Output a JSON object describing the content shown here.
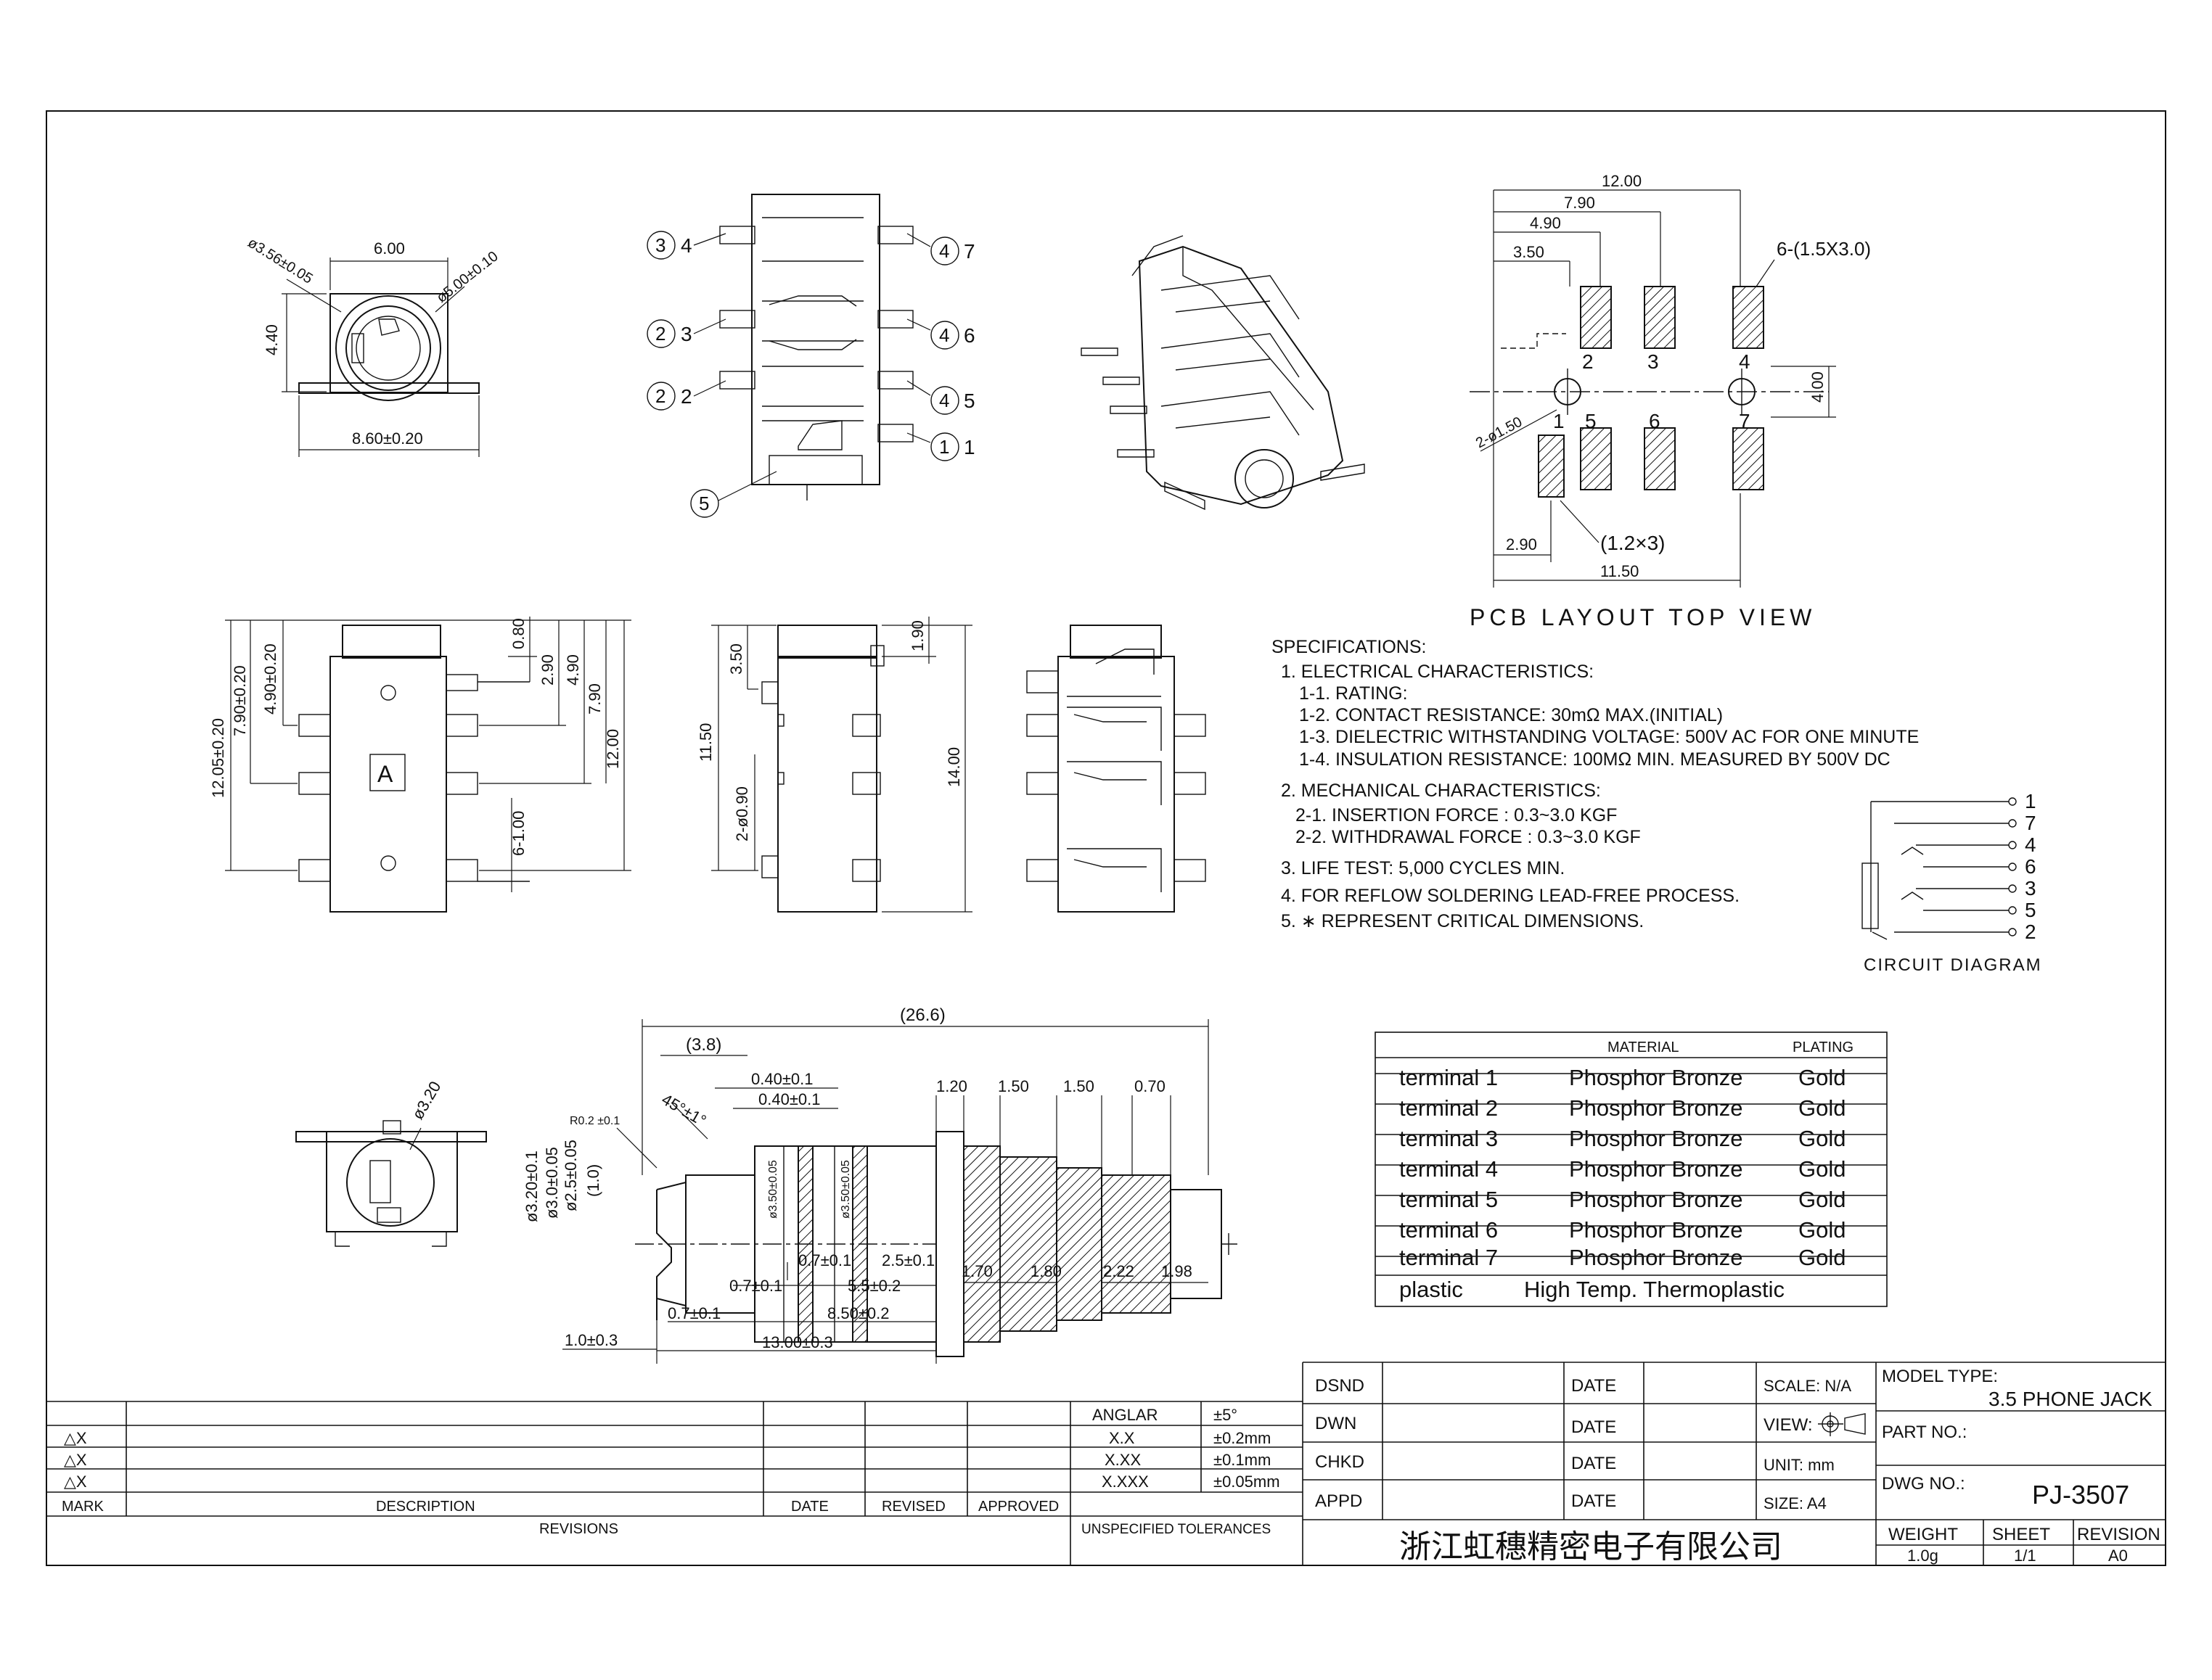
{
  "front_view": {
    "dim_width": "6.00",
    "dim_hole_small": "ø3.56±0.05",
    "dim_hole_big": "ø5.00±0.10",
    "dim_height": "4.40",
    "dim_base": "8.60±0.20"
  },
  "top_view": {
    "pins_left": [
      {
        "num": "3",
        "label": "4"
      },
      {
        "num": "2",
        "label": "3"
      },
      {
        "num": "2",
        "label": "2"
      }
    ],
    "pins_right": [
      {
        "num": "4",
        "label": "7"
      },
      {
        "num": "4",
        "label": "6"
      },
      {
        "num": "4",
        "label": "5"
      },
      {
        "num": "1",
        "label": "1"
      }
    ],
    "pin_bottom": {
      "num": "5"
    }
  },
  "side_view_left": {
    "dims": [
      "12.05±0.20",
      "7.90±0.20",
      "4.90±0.20",
      "0.80",
      "2.90",
      "4.90",
      "7.90",
      "12.00",
      "6-1.00"
    ],
    "marker": "A"
  },
  "side_view_mid": {
    "dims": [
      "3.50",
      "11.50",
      "2-ø0.90",
      "1.90",
      "14.00"
    ]
  },
  "pcb_layout": {
    "dims_top": [
      "12.00",
      "7.90",
      "4.90",
      "3.50"
    ],
    "pad_note": "6-(1.5X3.0)",
    "hole_note": "2-ø1.50",
    "dim_side": "4.00",
    "dims_bottom": [
      "2.90",
      "11.50"
    ],
    "pad_small_note": "(1.2×3)",
    "pad_labels_top": [
      "2",
      "3",
      "4"
    ],
    "pad_labels_bottom": [
      "1",
      "5",
      "6",
      "7"
    ],
    "caption": "PCB LAYOUT TOP VIEW"
  },
  "specifications": {
    "heading": "SPECIFICATIONS:",
    "lines": [
      "1. ELECTRICAL CHARACTERISTICS:",
      "1-1. RATING:",
      "1-2. CONTACT RESISTANCE: 30mΩ MAX.(INITIAL)",
      "1-3. DIELECTRIC WITHSTANDING VOLTAGE: 500V AC FOR ONE MINUTE",
      "1-4. INSULATION RESISTANCE: 100MΩ MIN. MEASURED BY 500V DC",
      "2. MECHANICAL CHARACTERISTICS:",
      "2-1. INSERTION FORCE : 0.3~3.0 KGF",
      "2-2. WITHDRAWAL FORCE : 0.3~3.0 KGF",
      "3. LIFE TEST: 5,000 CYCLES MIN.",
      "4. FOR REFLOW SOLDERING LEAD-FREE PROCESS.",
      "5. ∗ REPRESENT CRITICAL DIMENSIONS."
    ]
  },
  "circuit": {
    "pins": [
      "1",
      "7",
      "4",
      "6",
      "3",
      "5",
      "2"
    ],
    "caption": "CIRCUIT DIAGRAM"
  },
  "plug": {
    "dim_26_6": "(26.6)",
    "dim_3_8": "(3.8)",
    "angle": "45°±1°",
    "radius": "R0.2 ±0.1",
    "dims_top": [
      "0.40±0.1",
      "0.40±0.1",
      "1.20",
      "1.50",
      "1.50",
      "0.70"
    ],
    "dims_dia": [
      "ø3.20±0.1",
      "ø3.0±0.05",
      "ø2.5±0.05",
      "(1.0)",
      "ø3.50±0.05",
      "ø3.50±0.05"
    ],
    "dims_bottom": [
      "0.7±0.1",
      "2.5±0.1",
      "0.7±0.1",
      "5.5±0.2",
      "0.7±0.1",
      "8.50±0.2",
      "1.0±0.3",
      "13.00±0.3",
      "1.70",
      "1.80",
      "2.22",
      "1.98"
    ],
    "end_dia": "ø3.20"
  },
  "materials": {
    "headers": [
      "MATERIAL",
      "PLATING"
    ],
    "rows": [
      {
        "part": "terminal 1",
        "material": "Phosphor Bronze",
        "plating": "Gold"
      },
      {
        "part": "terminal 2",
        "material": "Phosphor Bronze",
        "plating": "Gold"
      },
      {
        "part": "terminal 3",
        "material": "Phosphor Bronze",
        "plating": "Gold"
      },
      {
        "part": "terminal 4",
        "material": "Phosphor Bronze",
        "plating": "Gold"
      },
      {
        "part": "terminal 5",
        "material": "Phosphor Bronze",
        "plating": "Gold"
      },
      {
        "part": "terminal 6",
        "material": "Phosphor Bronze",
        "plating": "Gold"
      },
      {
        "part": "terminal 7",
        "material": "Phosphor Bronze",
        "plating": "Gold"
      },
      {
        "part": "plastic",
        "material": "High Temp. Thermoplastic",
        "plating": ""
      }
    ]
  },
  "revisions": {
    "marks": [
      "△X",
      "△X",
      "△X"
    ],
    "col_mark": "MARK",
    "col_description": "DESCRIPTION",
    "col_date": "DATE",
    "col_revised": "REVISED",
    "col_approved": "APPROVED",
    "footer": "REVISIONS"
  },
  "tolerances": {
    "rows": [
      [
        "ANGLAR",
        "±5°"
      ],
      [
        "X.X",
        "±0.2mm"
      ],
      [
        "X.XX",
        "±0.1mm"
      ],
      [
        "X.XXX",
        "±0.05mm"
      ]
    ],
    "footer": "UNSPECIFIED TOLERANCES"
  },
  "approvals": {
    "rows": [
      "DSND",
      "DWN",
      "CHKD",
      "APPD"
    ],
    "date_label": "DATE",
    "scale": "SCALE: N/A",
    "view": "VIEW:",
    "unit": "UNIT: mm",
    "size": "SIZE: A4"
  },
  "company": "浙江虹穗精密电子有限公司",
  "title_block": {
    "model_type_label": "MODEL TYPE:",
    "model_type": "3.5 PHONE JACK",
    "part_no_label": "PART NO.:",
    "dwg_no_label": "DWG NO.:",
    "dwg_no": "PJ-3507",
    "weight_label": "WEIGHT",
    "weight": "1.0g",
    "sheet_label": "SHEET",
    "sheet": "1/1",
    "revision_label": "REVISION",
    "revision": "A0"
  }
}
